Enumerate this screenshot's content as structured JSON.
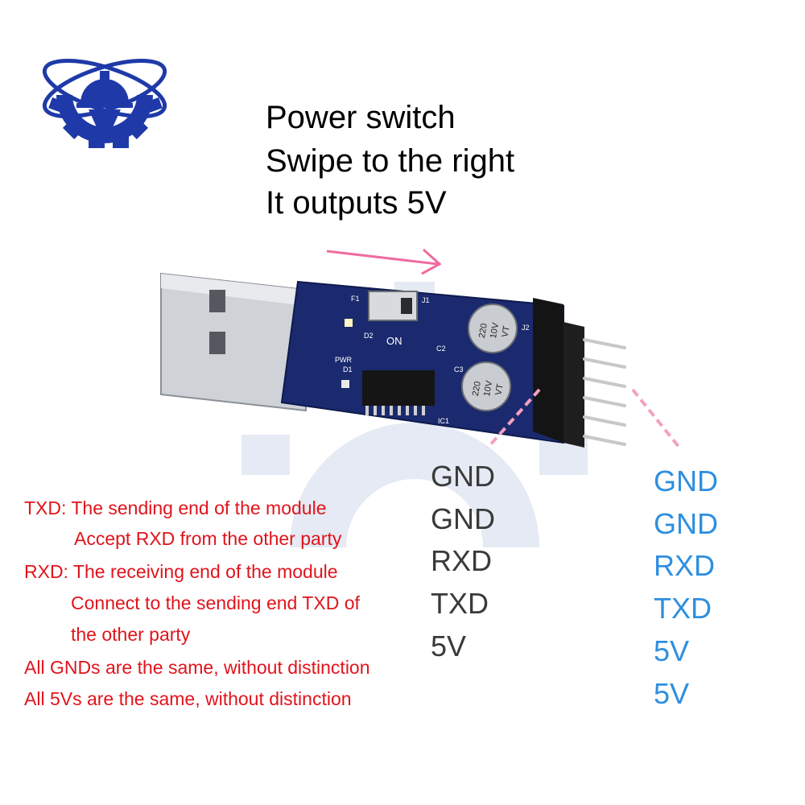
{
  "title_lines": [
    "Power switch",
    "Swipe to the right",
    "It outputs 5V"
  ],
  "pins_left": [
    "GND",
    "GND",
    "RXD",
    "TXD",
    "5V"
  ],
  "pins_right": [
    "GND",
    "GND",
    "RXD",
    "TXD",
    "5V",
    "5V"
  ],
  "notes": [
    "TXD: The sending end of the module",
    "Accept RXD from the other party",
    "RXD: The receiving end of the module",
    "Connect to the sending end TXD of",
    "the other party",
    "All GNDs are the same, without distinction",
    "All 5Vs are the same, without distinction"
  ],
  "board_labels": {
    "on": "ON",
    "pwr": "PWR",
    "d1": "D1",
    "d2": "D2",
    "f1": "F1",
    "j1": "J1",
    "j2": "J2",
    "c2": "C2",
    "c3": "C3",
    "ic1": "IC1",
    "cap_value": "220",
    "cap_voltage": "10V",
    "cap_mark": "VT"
  },
  "colors": {
    "accent_red": "#e0141c",
    "pin_blue": "#2e8fe0",
    "arrow_pink": "#f06ba0",
    "logo_blue": "#1f3aa8",
    "pcb_blue": "#1b2a6e"
  }
}
